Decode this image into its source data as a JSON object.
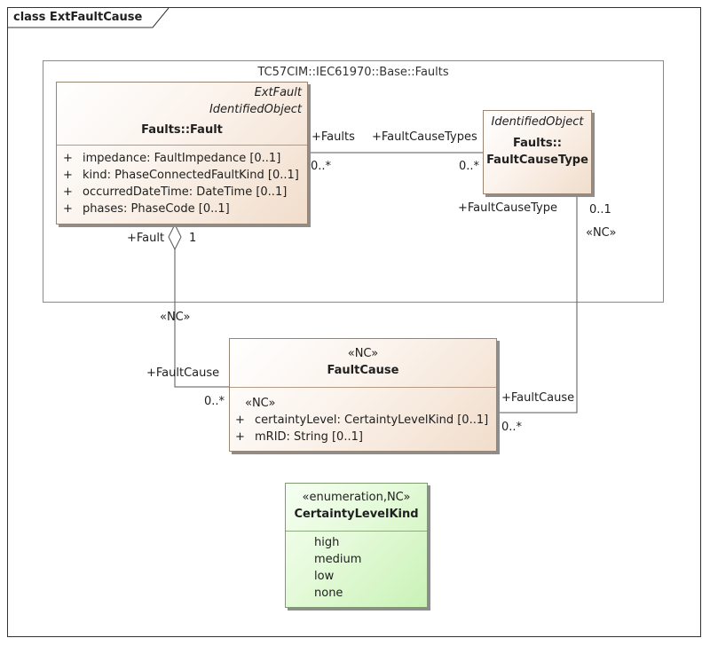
{
  "frame": {
    "title": "class ExtFaultCause"
  },
  "package": {
    "name": "TC57CIM::IEC61970::Base::Faults"
  },
  "fault": {
    "stereo1": "ExtFault",
    "stereo2": "IdentifiedObject",
    "name": "Faults::Fault",
    "attributes": [
      {
        "vis": "+",
        "text": "impedance: FaultImpedance [0..1]"
      },
      {
        "vis": "+",
        "text": "kind: PhaseConnectedFaultKind [0..1]"
      },
      {
        "vis": "+",
        "text": "occurredDateTime: DateTime [0..1]"
      },
      {
        "vis": "+",
        "text": "phases: PhaseCode [0..1]"
      }
    ]
  },
  "fault_cause_type": {
    "stereo": "IdentifiedObject",
    "name_line1": "Faults::",
    "name_line2": "FaultCauseType"
  },
  "fault_cause": {
    "stereo": "«NC»",
    "name": "FaultCause",
    "attr_stereo": "«NC»",
    "attributes": [
      {
        "vis": "+",
        "text": "certaintyLevel: CertaintyLevelKind [0..1]"
      },
      {
        "vis": "+",
        "text": "mRID: String [0..1]"
      }
    ]
  },
  "certainty_level_kind": {
    "stereo": "«enumeration,NC»",
    "name": "CertaintyLevelKind",
    "literals": [
      "high",
      "medium",
      "low",
      "none"
    ]
  },
  "associations": {
    "fault_fct": {
      "role_fault": "+Faults",
      "mult_fault": "0..*",
      "role_fct": "+FaultCauseTypes",
      "mult_fct": "0..*"
    },
    "fault_fc": {
      "role_fault": "+Fault",
      "mult_fault": "1",
      "stereo": "«NC»",
      "role_fc": "+FaultCause",
      "mult_fc": "0..*"
    },
    "fct_fc": {
      "role_fct": "+FaultCauseType",
      "mult_fct": "0..1",
      "stereo": "«NC»",
      "role_fc": "+FaultCause",
      "mult_fc": "0..*"
    }
  }
}
